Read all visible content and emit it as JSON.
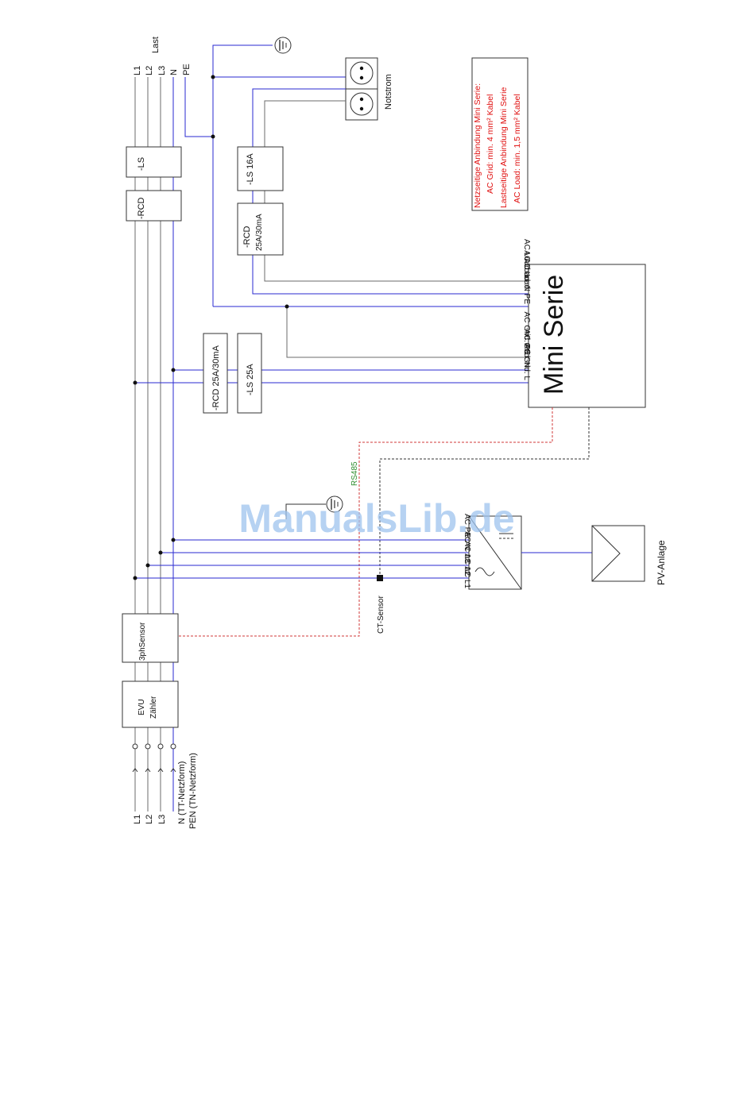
{
  "colors": {
    "wire_black": "#7a7a7a",
    "wire_blue": "#2a2ad0",
    "wire_dark": "#222222",
    "comm_red": "#d23a3a",
    "note_red": "#e01010",
    "rs485_green": "#2f8f2f",
    "watermark": "#9ec3ee"
  },
  "load": {
    "title": "Last",
    "terminals": [
      "L1",
      "L2",
      "L3",
      "N",
      "PE"
    ]
  },
  "grid": {
    "terminals": [
      "L1",
      "L2",
      "L3",
      "N (TT-Netzform)",
      "PEN (TN-Netzform)"
    ]
  },
  "backup": {
    "label": "Notstrom"
  },
  "devices": {
    "ls_main": "-LS",
    "rcd_main": "-RCD",
    "ls_backup": "-LS 16A",
    "rcd_backup_line1": "-RCD",
    "rcd_backup_line2": "25A/30mA",
    "rcd_grid": "-RCD 25A/30mA",
    "ls_grid": "-LS 25A",
    "sensor": "3phSensor",
    "meter_line1": "EVU",
    "meter_line2": "Zähler",
    "ct_sensor": "CT-Sensor"
  },
  "inverter": {
    "title": "Mini Serie",
    "ports": [
      "AC Load: L",
      "AC Load: N",
      "AC Load: PE",
      "AC Grid: PE",
      "AC Grid: N",
      "AC Grid: L"
    ]
  },
  "pv_inverter": {
    "ports": [
      "AC PE",
      "AC N",
      "AC L3",
      "AC L2",
      "AC L1"
    ]
  },
  "pv": {
    "label": "PV-Anlage"
  },
  "comm": {
    "rs485": "RS485"
  },
  "note": {
    "lines": [
      "Netzseitige Anbindung Mini Serie:",
      "AC Grid: min. 4 mm² Kabel",
      "Lastseitige Anbindung Mini Serie",
      "AC Load: min. 1,5 mm² Kabel"
    ]
  },
  "watermark": "ManualsLib.de"
}
